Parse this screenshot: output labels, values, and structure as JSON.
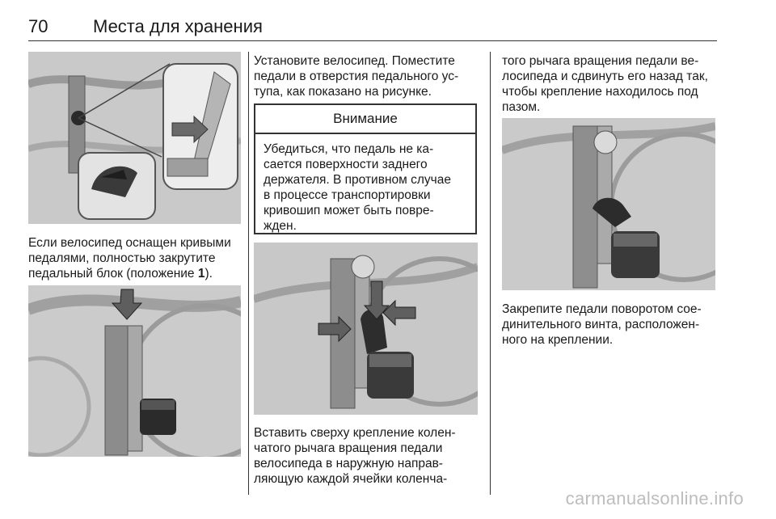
{
  "header": {
    "page_number": "70",
    "section_title": "Места для хранения"
  },
  "col1": {
    "text_1_line1": "Если велосипед оснащен кривыми",
    "text_1_line2": "педалями, полностью закрутите",
    "text_1_line3_pre": "педальный блок (положение ",
    "text_1_bold": "1",
    "text_1_line3_post": ")."
  },
  "col2": {
    "text_1_line1": "Установите велосипед. Поместите",
    "text_1_line2": "педали в отверстия педального ус-",
    "text_1_line3": "тупа, как показано на рисунке.",
    "warning_title": "Внимание",
    "warning_lines": [
      "Убедиться, что педаль не ка-",
      "сается поверхности заднего",
      "держателя. В противном случае",
      "в процессе транспортировки",
      "кривошип может быть повре-",
      "жден."
    ],
    "text_2_lines": [
      "Вставить сверху крепление колен-",
      "чатого рычага вращения педали",
      "велосипеда в наружную направ-",
      "ляющую каждой ячейки коленча-"
    ]
  },
  "col3": {
    "text_1_lines": [
      "того рычага вращения педали ве-",
      "лосипеда и сдвинуть его назад так,",
      "чтобы крепление находилось под",
      "пазом."
    ],
    "text_2_lines": [
      "Закрепите педали поворотом сое-",
      "динительного винта, расположен-",
      "ного на креплении."
    ]
  },
  "watermark": "carmanualsonline.info"
}
